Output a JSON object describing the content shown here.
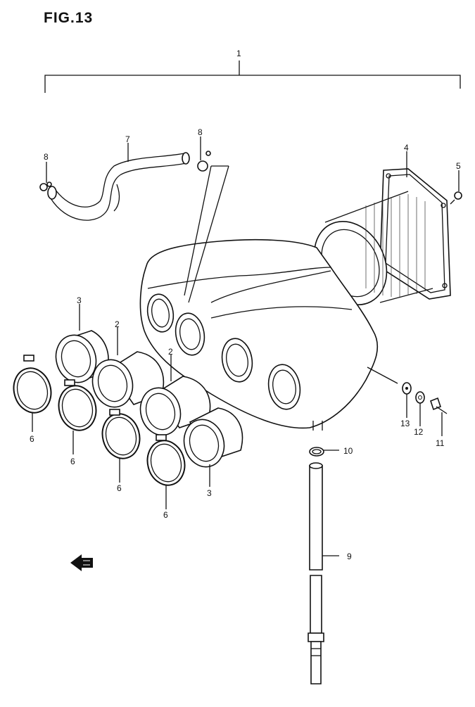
{
  "figure": {
    "title": "FIG.13"
  },
  "callouts": {
    "assembly": "1",
    "intake_pipe_a": "2",
    "intake_pipe_b": "2",
    "intake_pipe_c": "3",
    "intake_pipe_d": "3",
    "element": "4",
    "screw_element": "5",
    "clamp_a": "6",
    "clamp_b": "6",
    "clamp_c": "6",
    "clamp_d": "6",
    "breather_hose": "7",
    "hose_clip_left": "8",
    "hose_clip_right": "8",
    "drain_plug": "9",
    "clamp_drain": "10",
    "screw": "11",
    "washer": "12",
    "cushion": "13"
  }
}
